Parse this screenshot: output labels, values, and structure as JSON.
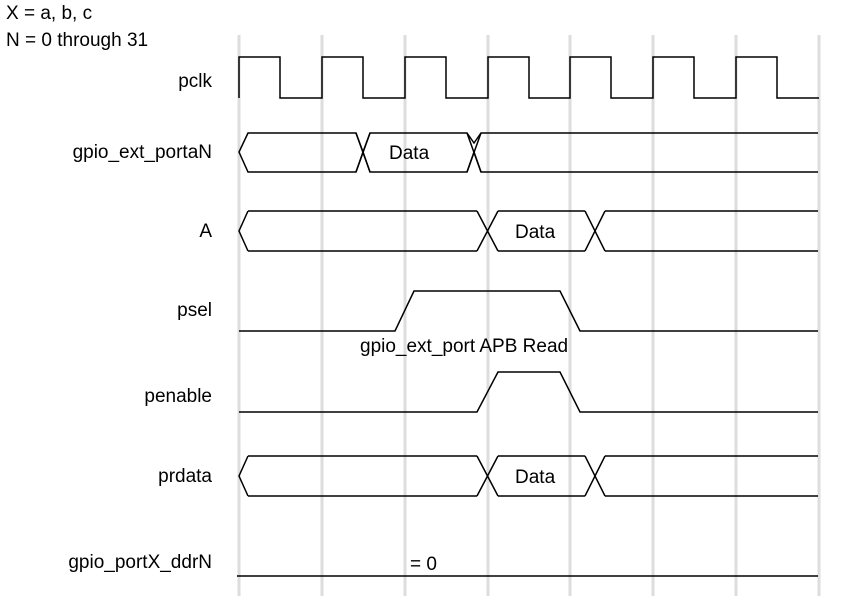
{
  "notes": {
    "line1": "X = a, b, c",
    "line2": "N = 0 through 31"
  },
  "signals": [
    {
      "name": "pclk",
      "type": "clock"
    },
    {
      "name": "gpio_ext_portaN",
      "type": "bus",
      "data_label": "Data"
    },
    {
      "name": "A",
      "type": "bus",
      "data_label": "Data"
    },
    {
      "name": "psel",
      "type": "pulse"
    },
    {
      "name": "penable",
      "type": "pulse"
    },
    {
      "name": "prdata",
      "type": "bus",
      "data_label": "Data"
    },
    {
      "name": "gpio_portX_ddrN",
      "type": "level",
      "value_label": "= 0"
    }
  ],
  "annotations": {
    "apb_read": "gpio_ext_port APB Read"
  },
  "clock_cycles": 7
}
